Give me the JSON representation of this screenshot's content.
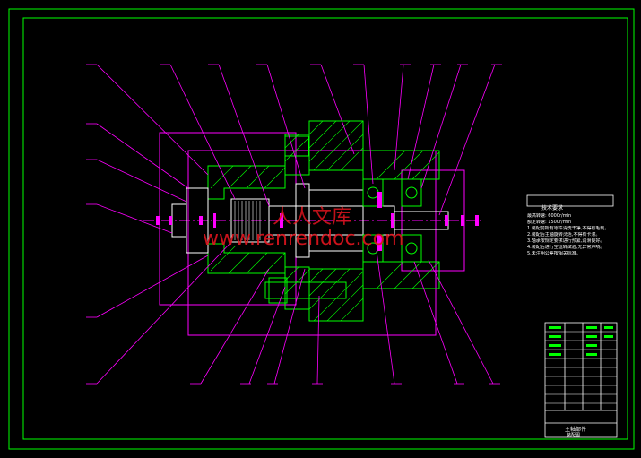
{
  "technical_requirements": {
    "title": "技术要求",
    "lines": [
      "最高转速: 6000r/min",
      "额定转速: 1500r/min",
      "1.装配前所有零件清洗干净,不得有毛刺。",
      "2.装配后主轴旋转灵活,不得有卡滞。",
      "3.轴承按规定要求进行预紧,润滑良好。",
      "4.装配后进行空运转试验,无异常声响。",
      "5.未注明公差按相关标准。"
    ]
  },
  "watermark": {
    "text": "www.renrendoc.com",
    "cn": "人人文库"
  },
  "title_block": {
    "title": "主轴部件",
    "subtitle": "装配图"
  },
  "colors": {
    "background": "#000000",
    "frame": "#00ff00",
    "leader": "#ff00ff",
    "section": "#00ff00",
    "outline": "#ffffff",
    "watermark": "#e0141e"
  }
}
